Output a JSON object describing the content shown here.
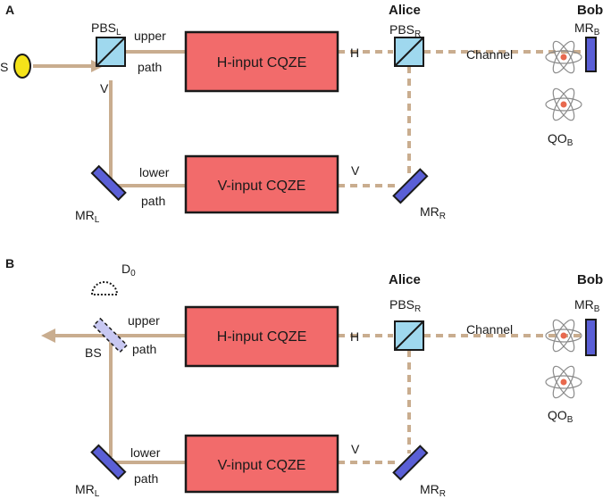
{
  "panel_a": {
    "letter": "A",
    "source": "S",
    "pbs_left_main": "PBS",
    "pbs_left_sub": "L",
    "upper_path_line1": "upper",
    "upper_path_line2": "path",
    "v_label": "V",
    "h_box": "H-input CQZE",
    "v_box": "V-input CQZE",
    "h_label": "H",
    "v_label2": "V",
    "alice": "Alice",
    "bob": "Bob",
    "pbs_right_main": "PBS",
    "pbs_right_sub": "R",
    "channel": "Channel",
    "mr_b_main": "MR",
    "mr_b_sub": "B",
    "qo_b_main": "QO",
    "qo_b_sub": "B",
    "lower_path_line1": "lower",
    "lower_path_line2": "path",
    "mr_l_main": "MR",
    "mr_l_sub": "L",
    "mr_r_main": "MR",
    "mr_r_sub": "R"
  },
  "panel_b": {
    "letter": "B",
    "detector_main": "D",
    "detector_sub": "0",
    "bs": "BS",
    "upper_path_line1": "upper",
    "upper_path_line2": "path",
    "h_box": "H-input CQZE",
    "v_box": "V-input CQZE",
    "h_label": "H",
    "v_label": "V",
    "alice": "Alice",
    "bob": "Bob",
    "pbs_right_main": "PBS",
    "pbs_right_sub": "R",
    "channel": "Channel",
    "mr_b_main": "MR",
    "mr_b_sub": "B",
    "qo_b_main": "QO",
    "qo_b_sub": "B",
    "lower_path_line1": "lower",
    "lower_path_line2": "path",
    "mr_l_main": "MR",
    "mr_l_sub": "L",
    "mr_r_main": "MR",
    "mr_r_sub": "R"
  },
  "colors": {
    "beam": "#c9ad8f",
    "box_fill": "#f26b6b",
    "pbs_fill": "#9fd8ee",
    "mirror_fill": "#5a5fd6",
    "source_fill": "#f5e31a",
    "atom_orbit": "#8a8a8a",
    "atom_core": "#e8694e"
  }
}
